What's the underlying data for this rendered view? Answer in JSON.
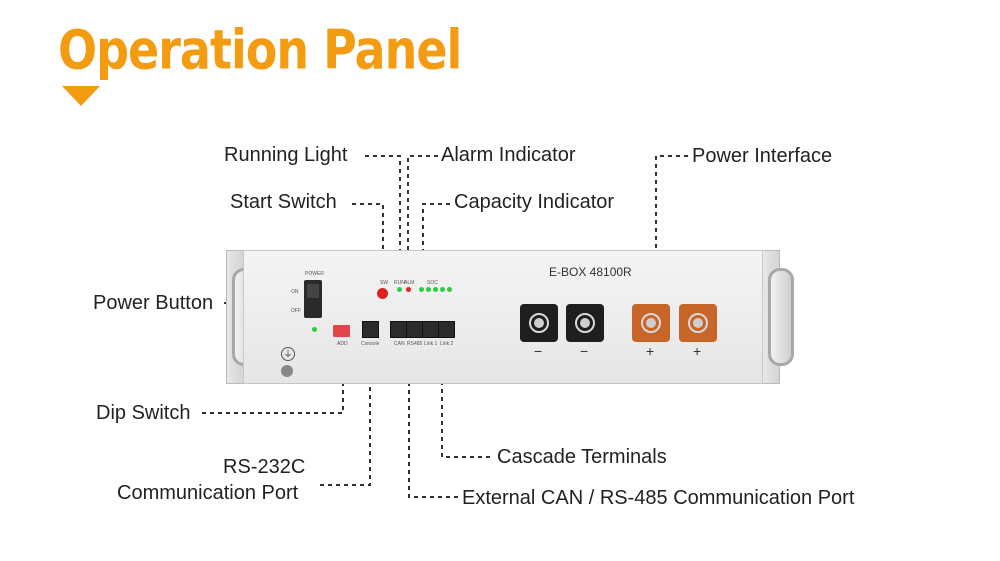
{
  "header": {
    "title": "Operation Panel"
  },
  "labels": {
    "running_light": "Running Light",
    "alarm_indicator": "Alarm Indicator",
    "start_switch": "Start Switch",
    "capacity_indicator": "Capacity Indicator",
    "power_interface": "Power Interface",
    "power_button": "Power Button",
    "dip_switch": "Dip Switch",
    "rs232_line1": "RS-232C",
    "rs232_line2": "Communication Port",
    "cascade_terminals": "Cascade Terminals",
    "external_can": "External CAN / RS-485 Communication Port"
  },
  "device": {
    "model": "E-BOX 48100R",
    "power": "POWER",
    "on": "ON",
    "off": "OFF",
    "sw": "SW",
    "run": "RUN",
    "alm": "ALM",
    "soc": "SOC",
    "add": "ADD",
    "console": "Console",
    "can": "CAN",
    "rs485": "RS485",
    "link1": "Link 1",
    "link2": "Link 2",
    "minus": "−",
    "plus": "+"
  },
  "colors": {
    "accent": "#f39c12",
    "led_green": "#2ecc40",
    "start_red": "#e02020",
    "terminal_black": "#1e1e1e",
    "terminal_orange": "#c8662a"
  }
}
